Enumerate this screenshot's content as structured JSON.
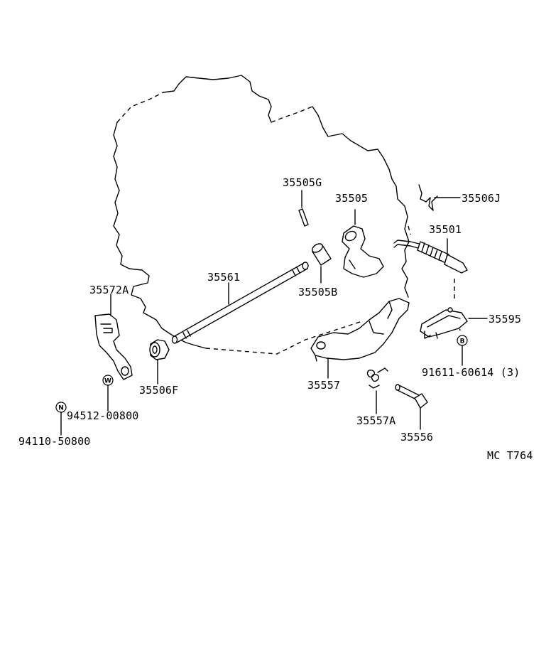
{
  "labels": {
    "p35505G": "35505G",
    "p35505": "35505",
    "p35506J": "35506J",
    "p35501": "35501",
    "p35561": "35561",
    "p35505B": "35505B",
    "p35572A": "35572A",
    "p35595": "35595",
    "p91611": "91611-60614 (3)",
    "p35506F": "35506F",
    "p35557": "35557",
    "p94512": "94512-00800",
    "p35557A": "35557A",
    "p35556": "35556",
    "p94110": "94110-50800",
    "code": "MC  T764"
  },
  "markers": {
    "w": "W",
    "n": "N",
    "b": "B"
  },
  "colors": {
    "ink": "#000000",
    "paper": "#ffffff"
  }
}
